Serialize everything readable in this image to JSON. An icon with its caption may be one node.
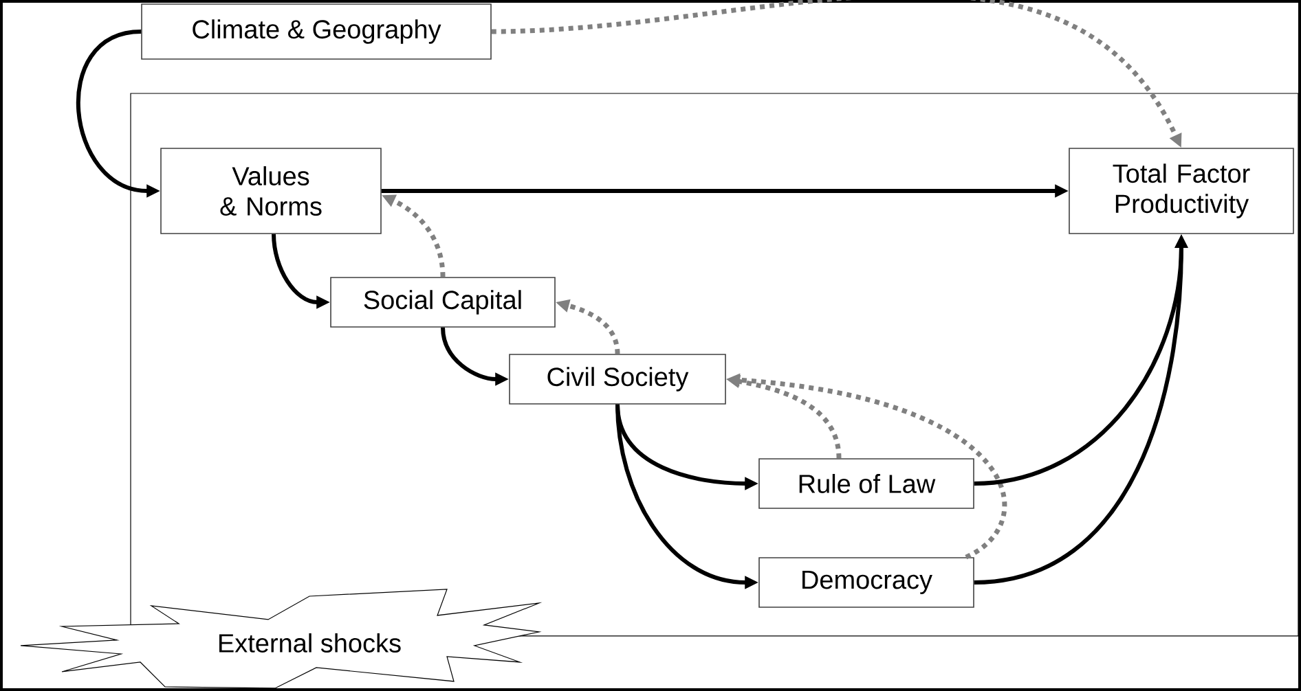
{
  "diagram": {
    "nodes": [
      {
        "text": [
          "Climate & Geography"
        ]
      },
      {
        "text": [
          "Values & Norms"
        ]
      },
      {
        "text": [
          "Total Factor Productivity"
        ]
      },
      {
        "text": [
          "Social Capital"
        ]
      },
      {
        "text": [
          "Civil Society"
        ]
      },
      {
        "text": [
          "Rule of Law"
        ]
      },
      {
        "text": [
          "Democracy"
        ]
      },
      {
        "text": [
          "External shocks"
        ]
      }
    ],
    "edges": [
      {
        "from": 0,
        "to": 1,
        "arrow": "to"
      },
      {
        "from": 0,
        "to": 2,
        "arrow": "to",
        "style": "dashed",
        "color": "#808080"
      },
      {
        "from": 1,
        "to": 2,
        "arrow": "to"
      },
      {
        "from": 1,
        "to": 3,
        "arrow": "to"
      },
      {
        "from": 3,
        "to": 1,
        "arrow": "to",
        "style": "dashed",
        "color": "#808080"
      },
      {
        "from": 3,
        "to": 4,
        "arrow": "to"
      },
      {
        "from": 4,
        "to": 3,
        "arrow": "to",
        "style": "dashed",
        "color": "#808080"
      },
      {
        "from": 4,
        "to": 5,
        "arrow": "to"
      },
      {
        "from": 4,
        "to": 6,
        "arrow": "to"
      },
      {
        "from": 5,
        "to": 4,
        "arrow": "to",
        "style": "dashed",
        "color": "#808080"
      },
      {
        "from": 6,
        "to": 4,
        "arrow": "to",
        "style": "dashed",
        "color": "#808080"
      },
      {
        "from": 5,
        "to": 2,
        "arrow": "to"
      },
      {
        "from": 6,
        "to": 2,
        "arrow": "to"
      }
    ]
  }
}
